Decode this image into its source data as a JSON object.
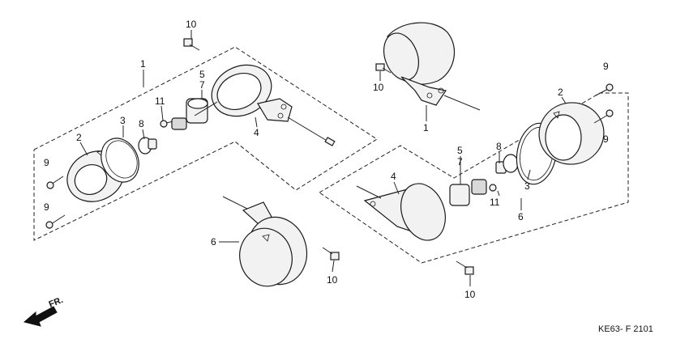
{
  "diagram_code": "KE63- F 2101",
  "direction_label": "FR.",
  "callouts": {
    "left_assy": "1",
    "left_lens": "2",
    "left_gasket": "3",
    "left_stay": "4",
    "left_socket": "5",
    "left_ring": "7",
    "left_bulb": "8",
    "left_screw_top": "9",
    "left_screw_bottom": "9",
    "left_stay_bolt": "10",
    "left_small_screw": "11",
    "top_bolt": "10",
    "rear_bolt": "10",
    "rear_unit": "1",
    "right_lens": "2",
    "right_gasket": "3",
    "right_stay": "4",
    "right_socket": "5",
    "right_assy": "6",
    "right_ring": "7",
    "right_bulb": "8",
    "right_screw_top": "9",
    "right_screw_bottom": "9",
    "right_small_screw": "11",
    "bottom_unit": "6",
    "bottom_bolt": "10",
    "right_bottom_bolt": "10"
  }
}
